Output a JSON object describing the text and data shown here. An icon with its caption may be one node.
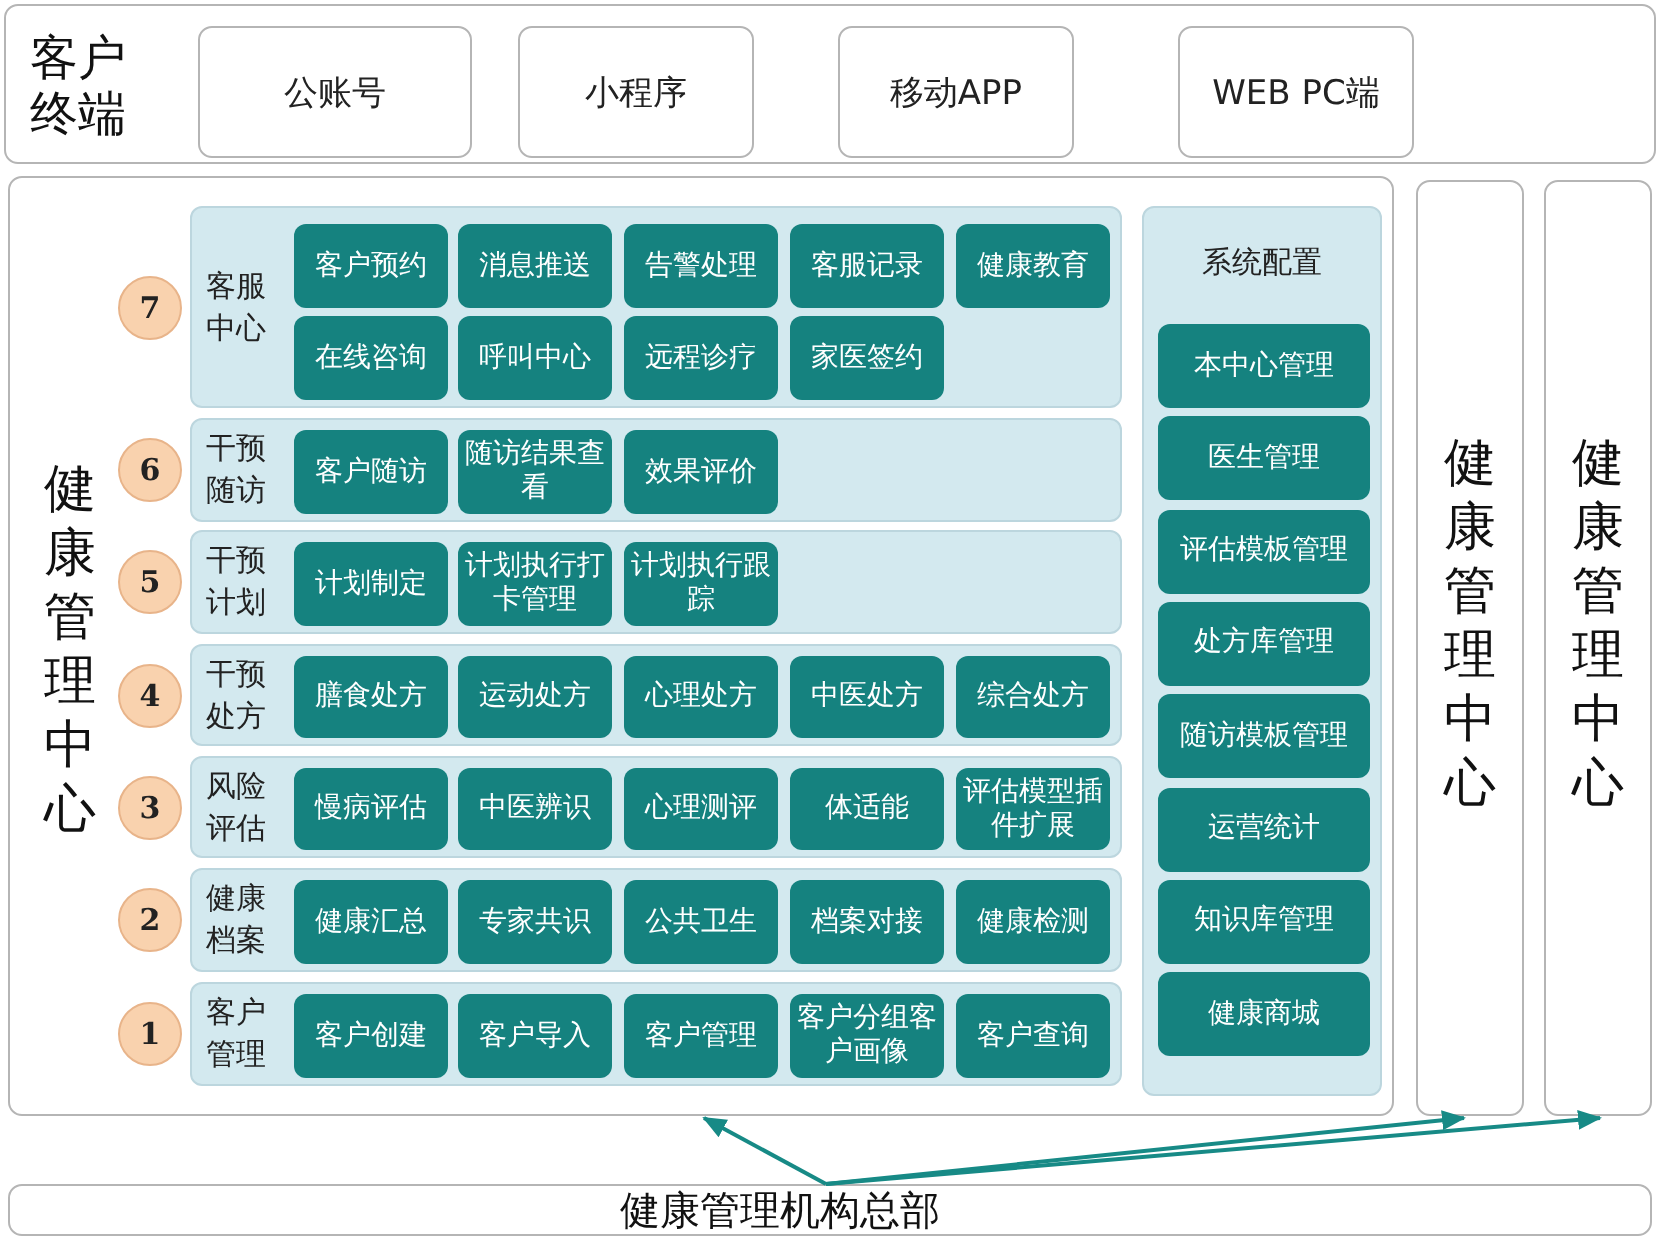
{
  "diagram": {
    "nodes": [
      {
        "text": [
          "客户终端"
        ]
      },
      {
        "text": [
          "公账号"
        ],
        "in": 0
      },
      {
        "text": [
          "小程序"
        ],
        "in": 0
      },
      {
        "text": [
          "移动APP"
        ],
        "in": 0
      },
      {
        "text": [
          "WEB PC端"
        ],
        "in": 0
      },
      {
        "text": [
          "健康管理中心"
        ]
      },
      {
        "text": [
          "7"
        ],
        "in": 5
      },
      {
        "text": [
          "客服中心"
        ],
        "in": 5
      },
      {
        "text": [
          "客户预约"
        ],
        "in": 7
      },
      {
        "text": [
          "消息推送"
        ],
        "in": 7
      },
      {
        "text": [
          "告警处理"
        ],
        "in": 7
      },
      {
        "text": [
          "客服记录"
        ],
        "in": 7
      },
      {
        "text": [
          "健康教育"
        ],
        "in": 7
      },
      {
        "text": [
          "在线咨询"
        ],
        "in": 7
      },
      {
        "text": [
          "呼叫中心"
        ],
        "in": 7
      },
      {
        "text": [
          "远程诊疗"
        ],
        "in": 7
      },
      {
        "text": [
          "家医签约"
        ],
        "in": 7
      },
      {
        "text": [
          "6"
        ],
        "in": 5
      },
      {
        "text": [
          "干预随访"
        ],
        "in": 5
      },
      {
        "text": [
          "客户随访"
        ],
        "in": 18
      },
      {
        "text": [
          "随访结果查看"
        ],
        "in": 18
      },
      {
        "text": [
          "效果评价"
        ],
        "in": 18
      },
      {
        "text": [
          "5"
        ],
        "in": 5
      },
      {
        "text": [
          "干预计划"
        ],
        "in": 5
      },
      {
        "text": [
          "计划制定"
        ],
        "in": 23
      },
      {
        "text": [
          "计划执行打卡管理"
        ],
        "in": 23
      },
      {
        "text": [
          "计划执行跟踪"
        ],
        "in": 23
      },
      {
        "text": [
          "4"
        ],
        "in": 5
      },
      {
        "text": [
          "干预处方"
        ],
        "in": 5
      },
      {
        "text": [
          "膳食处方"
        ],
        "in": 28
      },
      {
        "text": [
          "运动处方"
        ],
        "in": 28
      },
      {
        "text": [
          "心理处方"
        ],
        "in": 28
      },
      {
        "text": [
          "中医处方"
        ],
        "in": 28
      },
      {
        "text": [
          "综合处方"
        ],
        "in": 28
      },
      {
        "text": [
          "3"
        ],
        "in": 5
      },
      {
        "text": [
          "风险评估"
        ],
        "in": 5
      },
      {
        "text": [
          "慢病评估"
        ],
        "in": 35
      },
      {
        "text": [
          "中医辨识"
        ],
        "in": 35
      },
      {
        "text": [
          "心理测评"
        ],
        "in": 35
      },
      {
        "text": [
          "体适能"
        ],
        "in": 35
      },
      {
        "text": [
          "评估模型插件扩展"
        ],
        "in": 35
      },
      {
        "text": [
          "2"
        ],
        "in": 5
      },
      {
        "text": [
          "健康档案"
        ],
        "in": 5
      },
      {
        "text": [
          "健康汇总"
        ],
        "in": 42
      },
      {
        "text": [
          "专家共识"
        ],
        "in": 42
      },
      {
        "text": [
          "公共卫生"
        ],
        "in": 42
      },
      {
        "text": [
          "档案对接"
        ],
        "in": 42
      },
      {
        "text": [
          "健康检测"
        ],
        "in": 42
      },
      {
        "text": [
          "1"
        ],
        "in": 5
      },
      {
        "text": [
          "客户管理"
        ],
        "in": 5
      },
      {
        "text": [
          "客户创建"
        ],
        "in": 49
      },
      {
        "text": [
          "客户导入"
        ],
        "in": 49
      },
      {
        "text": [
          "客户管理"
        ],
        "in": 49
      },
      {
        "text": [
          "客户分组客户画像"
        ],
        "in": 49
      },
      {
        "text": [
          "客户查询"
        ],
        "in": 49
      },
      {
        "text": [
          "系统配置"
        ],
        "in": 5
      },
      {
        "text": [
          "本中心管理"
        ],
        "in": 55
      },
      {
        "text": [
          "医生管理"
        ],
        "in": 55
      },
      {
        "text": [
          "评估模板管理"
        ],
        "in": 55
      },
      {
        "text": [
          "处方库管理"
        ],
        "in": 55
      },
      {
        "text": [
          "随访模板管理"
        ],
        "in": 55
      },
      {
        "text": [
          "运营统计"
        ],
        "in": 55
      },
      {
        "text": [
          "知识库管理"
        ],
        "in": 55
      },
      {
        "text": [
          "健康商城"
        ],
        "in": 55
      },
      {
        "text": [
          "健康管理中心"
        ]
      },
      {
        "text": [
          "健康管理中心"
        ]
      },
      {
        "text": [
          "健康管理机构总部"
        ]
      }
    ],
    "edges": [
      {
        "from": 66,
        "to": 5,
        "arrow": "to"
      },
      {
        "from": 66,
        "to": 64,
        "arrow": "to"
      },
      {
        "from": 66,
        "to": 65,
        "arrow": "to"
      }
    ]
  }
}
